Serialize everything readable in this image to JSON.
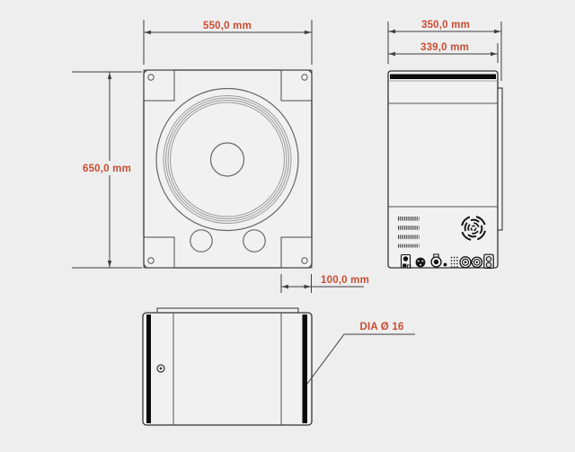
{
  "colors": {
    "background": "#eeeeee",
    "panel_fill": "#f1f1f1",
    "outline": "#333333",
    "dimension_line": "#3f3f3f",
    "accent_text": "#c94d32",
    "black_detail": "#0b0b0b"
  },
  "dimensions": {
    "front_width": "550,0 mm",
    "front_height": "650,0 mm",
    "depth_outer": "350,0 mm",
    "depth_inner": "339,0 mm",
    "mount_offset": "100,0 mm",
    "pole_diameter": "DIA Ø 16"
  },
  "icons": [
    "fan-icon",
    "vent-grille-icon",
    "power-inlet-icon",
    "xlr-female-icon",
    "xlr-male-icon",
    "led-dot-icon",
    "dot-grid-icon",
    "speakon-left-icon",
    "speakon-right-icon",
    "fuse-module-icon",
    "screw-hole-icon",
    "pole-socket-icon"
  ]
}
